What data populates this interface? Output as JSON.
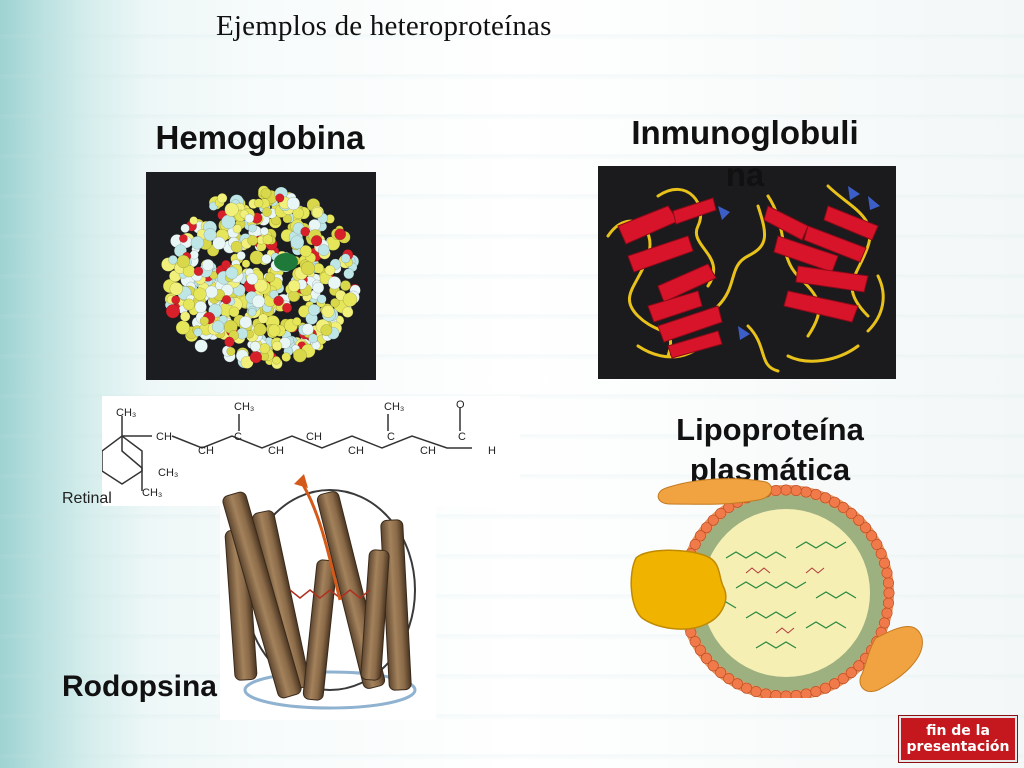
{
  "slide": {
    "title": "Ejemplos de heteroproteínas"
  },
  "labels": {
    "hemoglobina": "Hemoglobina",
    "inmunoglobulina": "Inmunoglobulina",
    "lipoproteina": "Lipoproteína plasmática",
    "rodopsina": "Rodopsina",
    "retinal": "Retinal"
  },
  "retinal_formula": {
    "top_groups": [
      "CH3",
      "CH3",
      "CH3",
      "O"
    ],
    "chain": [
      "CH",
      "CH",
      "C",
      "CH",
      "CH",
      "CH",
      "C",
      "CH",
      "C",
      "H"
    ],
    "ring_groups": [
      "CH3",
      "CH3"
    ]
  },
  "nav": {
    "end_button_line1": "fin de la",
    "end_button_line2": "presentación"
  },
  "colors": {
    "accent_red": "#c4181e",
    "protein_red": "#d8142b",
    "helix_brown": "#8a6a48",
    "lipid_orange": "#f0a340"
  }
}
